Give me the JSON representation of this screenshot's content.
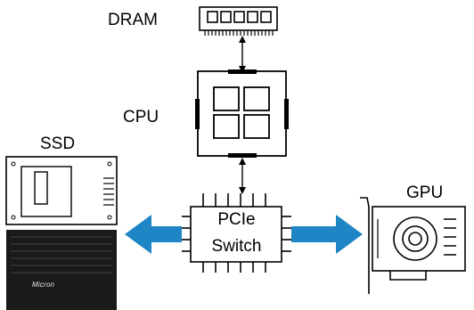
{
  "labels": {
    "dram": "DRAM",
    "cpu": "CPU",
    "ssd": "SSD",
    "gpu": "GPU",
    "pcie_line1": "PCIe",
    "pcie_line2": "Switch"
  },
  "ssd_drive": {
    "brand": "Micron"
  },
  "colors": {
    "arrow": "#1f86c6",
    "stroke": "#000000",
    "ssd_dark": "#1a1a1a"
  },
  "icons": [
    "dram-module-icon",
    "cpu-chip-icon",
    "pcie-switch-chip-icon",
    "ssd-drive-icon",
    "gpu-card-icon"
  ]
}
